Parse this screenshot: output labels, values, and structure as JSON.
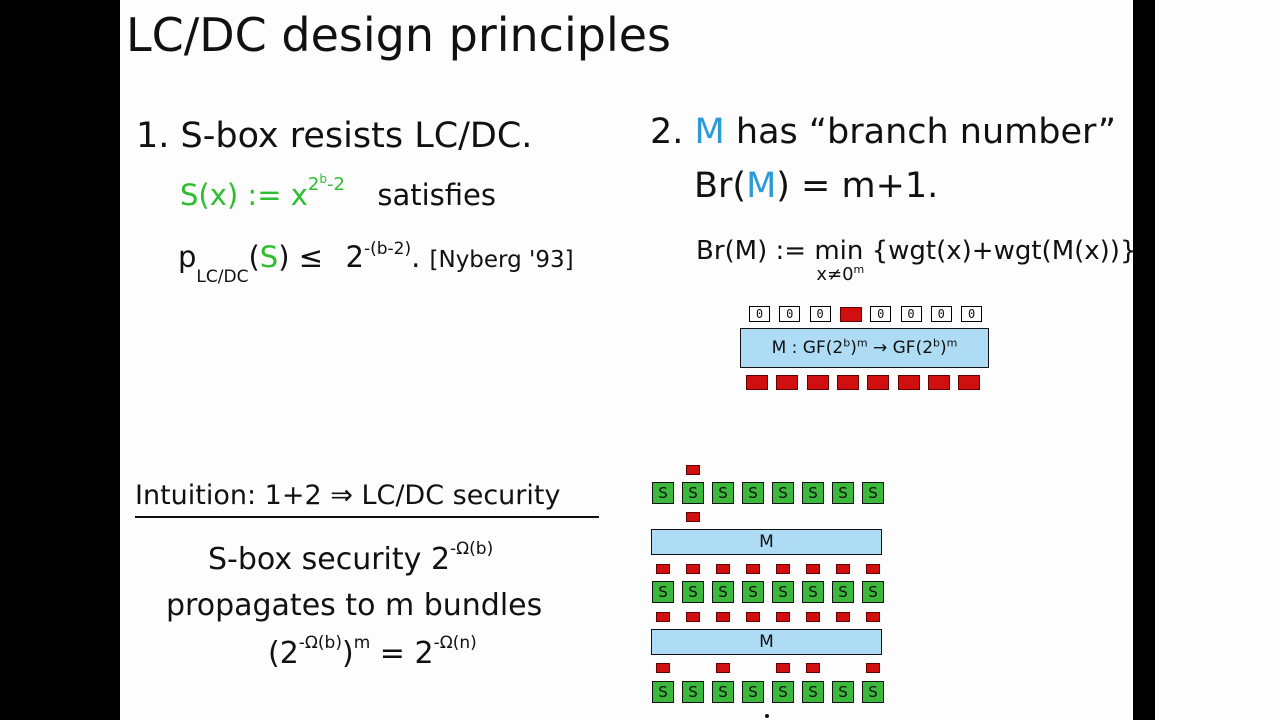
{
  "title": "LC/DC design principles",
  "left": {
    "heading": "1. S-box resists LC/DC.",
    "sdef_lhs": "S",
    "sdef_arg": "(x) := x",
    "sdef_exp_base": "2",
    "sdef_exp_sub": "b",
    "sdef_exp_rest": "-2",
    "sdef_tail": "satisfies",
    "prob_p": "p",
    "prob_sub": "LC/DC",
    "prob_paren_open": "(",
    "prob_S": "S",
    "prob_paren_close": ") ≤",
    "prob_base": "2",
    "prob_exp": "-(b-2)",
    "prob_dot": ".",
    "prob_cite": "[Nyberg '93]"
  },
  "right": {
    "heading_num": "2.",
    "heading_M": "M",
    "heading_rest": "has “branch number”",
    "br_lhs": "Br(",
    "br_M": "M",
    "br_rhs": ") = m+1.",
    "def_lhs": "Br(M) :=",
    "def_min": "min",
    "def_sub": "x≠0",
    "def_sub_sup": "m",
    "def_rhs": "{wgt(x)+wgt(M(x))}",
    "zero_label": "0",
    "map_label": "M : GF(2",
    "map_b": "b",
    "map_m": "m",
    "map_arrow": "→",
    "map_label2": "GF(2"
  },
  "intuition": {
    "title": "Intuition: 1+2 ⇒ LC/DC security",
    "line1": "S-box security 2",
    "line1_exp": "-Ω(b)",
    "line2": "propagates to m bundles",
    "line3_a": "(2",
    "line3_exp1": "-Ω(b)",
    "line3_b": ")",
    "line3_m": "m",
    "line3_c": " = 2",
    "line3_exp2": "-Ω(n)"
  },
  "diagram": {
    "s_label": "S",
    "m_label": "M"
  },
  "colors": {
    "sbox_green": "#3cb83c",
    "mix_blue": "#aedcf5",
    "active_red": "#d01010",
    "accent_blue": "#2a9bd8",
    "accent_green": "#2ebd2e"
  }
}
